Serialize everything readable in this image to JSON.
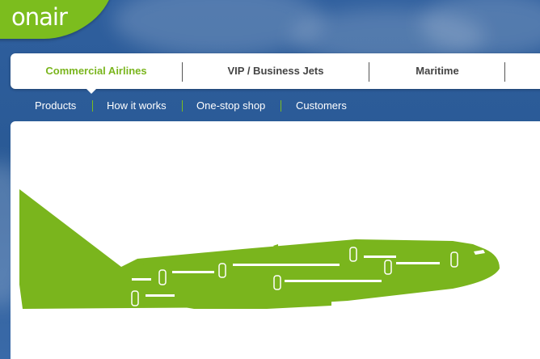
{
  "brand": {
    "logo_on": "on",
    "logo_air": "air",
    "color": "#7cbd1e"
  },
  "main_nav": {
    "items": [
      {
        "label": "Commercial Airlines",
        "active": true
      },
      {
        "label": "VIP / Business Jets",
        "active": false
      },
      {
        "label": "Maritime",
        "active": false
      }
    ]
  },
  "sub_nav": {
    "items": [
      {
        "label": "Products"
      },
      {
        "label": "How it works"
      },
      {
        "label": "One-stop shop"
      },
      {
        "label": "Customers"
      }
    ]
  },
  "hero": {
    "image": "green-airplane-illustration",
    "plane_color": "#7ab51d"
  }
}
